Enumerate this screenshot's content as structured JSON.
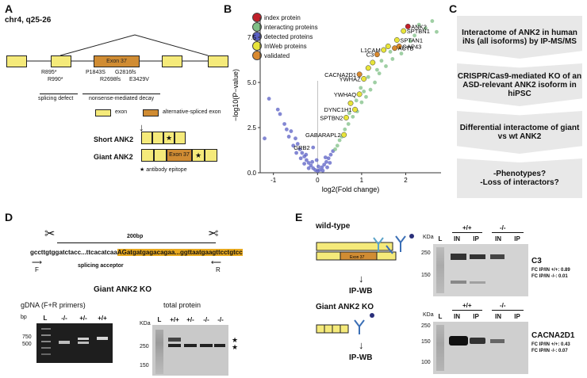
{
  "panelA": {
    "letter": "A",
    "locus": "chr4, q25-26",
    "exon37_label": "Exon 37",
    "mutations": [
      "R895*",
      "R990*",
      "P1843S",
      "R2698fs",
      "G2816fs",
      "E3429V"
    ],
    "splicing_defect": "splicing defect",
    "nmd": "nonsense-mediated decay",
    "legend_exon": "exon",
    "legend_alt": "alternative-spliced exon",
    "short_label": "Short ANK2",
    "giant_label": "Giant ANK2",
    "star": "★",
    "epitope": "★ antibody epitope"
  },
  "panelB": {
    "letter": "B",
    "legend": [
      "index protein",
      "interacting proteins",
      "detected proteins",
      "InWeb proteins",
      "validated"
    ],
    "legend_colors": [
      "#c0202a",
      "#7fbf86",
      "#5a5fc4",
      "#e8e43a",
      "#d9892e"
    ],
    "ylabel": "−log10(P−value)",
    "xlabel": "log2(Fold change)",
    "point_labels": [
      "ANK2",
      "SPTBN1",
      "SPTAN1",
      "GAP43",
      "L1CAM",
      "C3",
      "ACTB",
      "CACNA2D1",
      "YWHAZ",
      "YWHAQ",
      "DYNC1H1",
      "SPTBN2",
      "GABARAPL2",
      "GRB2"
    ]
  },
  "chart_data": {
    "type": "scatter",
    "xlabel": "log2(Fold change)",
    "ylabel": "−log10(P−value)",
    "xlim": [
      -1.3,
      2.8
    ],
    "ylim": [
      0,
      8.6
    ],
    "xticks": [
      -1,
      0,
      1,
      2
    ],
    "yticks": [
      0,
      2.5,
      5,
      7.5
    ],
    "series": [
      {
        "name": "index protein",
        "color": "#c0202a",
        "points": [
          {
            "x": 2.05,
            "y": 8.1,
            "label": "ANK2"
          }
        ]
      },
      {
        "name": "validated",
        "color": "#d9892e",
        "points": [
          {
            "x": 1.85,
            "y": 7.0,
            "label": "GAP43"
          },
          {
            "x": 1.35,
            "y": 6.55,
            "label": "C3"
          },
          {
            "x": 0.95,
            "y": 5.45,
            "label": "CACNA2D1"
          },
          {
            "x": 1.75,
            "y": 6.9,
            "label": "ACTB"
          }
        ]
      },
      {
        "name": "InWeb proteins",
        "color": "#e8e43a",
        "points": [
          {
            "x": 1.95,
            "y": 7.85,
            "label": "SPTBN1"
          },
          {
            "x": 1.8,
            "y": 7.35,
            "label": "SPTAN1"
          },
          {
            "x": 1.5,
            "y": 6.8,
            "label": "L1CAM"
          },
          {
            "x": 1.05,
            "y": 5.2,
            "label": "YWHAZ"
          },
          {
            "x": 0.95,
            "y": 4.35,
            "label": "YWHAQ"
          },
          {
            "x": 0.85,
            "y": 3.5,
            "label": "DYNC1H1"
          },
          {
            "x": 0.65,
            "y": 3.05,
            "label": "SPTBN2"
          },
          {
            "x": 0.6,
            "y": 2.1,
            "label": "GABARAPL2"
          },
          {
            "x": 1.15,
            "y": 5.8
          },
          {
            "x": 1.25,
            "y": 6.1
          },
          {
            "x": 1.6,
            "y": 7.0
          },
          {
            "x": 0.75,
            "y": 3.85
          }
        ]
      },
      {
        "name": "interacting proteins",
        "color": "#7fbf86",
        "points": [
          {
            "x": 2.6,
            "y": 8.4
          },
          {
            "x": 2.7,
            "y": 7.8
          },
          {
            "x": 2.3,
            "y": 8.2
          },
          {
            "x": 2.1,
            "y": 7.3
          },
          {
            "x": 1.9,
            "y": 6.6
          },
          {
            "x": 1.7,
            "y": 6.3
          },
          {
            "x": 1.55,
            "y": 5.9
          },
          {
            "x": 1.4,
            "y": 5.5
          },
          {
            "x": 1.3,
            "y": 5.0
          },
          {
            "x": 1.2,
            "y": 4.6
          },
          {
            "x": 1.1,
            "y": 4.2
          },
          {
            "x": 1.0,
            "y": 3.9
          },
          {
            "x": 0.9,
            "y": 3.4
          },
          {
            "x": 0.8,
            "y": 3.1
          },
          {
            "x": 0.7,
            "y": 2.7
          },
          {
            "x": 0.62,
            "y": 2.4
          },
          {
            "x": 0.55,
            "y": 2.0
          },
          {
            "x": 0.5,
            "y": 1.8
          },
          {
            "x": 0.45,
            "y": 1.5
          },
          {
            "x": 0.4,
            "y": 1.3
          },
          {
            "x": 1.45,
            "y": 6.2
          },
          {
            "x": 1.65,
            "y": 6.7
          },
          {
            "x": 2.2,
            "y": 7.6
          },
          {
            "x": 1.15,
            "y": 5.3
          },
          {
            "x": 0.98,
            "y": 4.7
          },
          {
            "x": 0.88,
            "y": 4.0
          },
          {
            "x": 0.72,
            "y": 3.3
          },
          {
            "x": 2.45,
            "y": 8.0
          },
          {
            "x": 1.35,
            "y": 5.7
          },
          {
            "x": 1.05,
            "y": 4.5
          }
        ]
      },
      {
        "name": "detected proteins",
        "color": "#5a5fc4",
        "points": [
          {
            "x": -1.1,
            "y": 4.1
          },
          {
            "x": -0.85,
            "y": 3.25
          },
          {
            "x": -0.9,
            "y": 3.5
          },
          {
            "x": -1.2,
            "y": 1.9
          },
          {
            "x": -0.75,
            "y": 2.7
          },
          {
            "x": -0.6,
            "y": 2.3
          },
          {
            "x": -0.5,
            "y": 1.9
          },
          {
            "x": -0.45,
            "y": 1.6
          },
          {
            "x": -0.4,
            "y": 1.3
          },
          {
            "x": -0.35,
            "y": 1.1
          },
          {
            "x": -0.3,
            "y": 0.9
          },
          {
            "x": -0.25,
            "y": 0.7
          },
          {
            "x": -0.2,
            "y": 0.55
          },
          {
            "x": -0.15,
            "y": 0.4
          },
          {
            "x": -0.1,
            "y": 0.25
          },
          {
            "x": -0.05,
            "y": 0.15
          },
          {
            "x": 0.0,
            "y": 0.1
          },
          {
            "x": 0.05,
            "y": 0.15
          },
          {
            "x": 0.1,
            "y": 0.3
          },
          {
            "x": 0.15,
            "y": 0.45
          },
          {
            "x": 0.2,
            "y": 0.6
          },
          {
            "x": 0.25,
            "y": 0.8
          },
          {
            "x": 0.3,
            "y": 1.0
          },
          {
            "x": 0.35,
            "y": 1.2
          },
          {
            "x": -0.1,
            "y": 1.4,
            "label": "GRB2"
          },
          {
            "x": -0.55,
            "y": 1.5
          },
          {
            "x": -0.65,
            "y": 2.0
          },
          {
            "x": -0.7,
            "y": 2.4
          },
          {
            "x": -0.3,
            "y": 0.5
          },
          {
            "x": -0.2,
            "y": 0.25
          },
          {
            "x": -0.12,
            "y": 0.6
          },
          {
            "x": 0.02,
            "y": 0.35
          },
          {
            "x": 0.12,
            "y": 0.12
          },
          {
            "x": 0.22,
            "y": 0.3
          },
          {
            "x": -0.38,
            "y": 0.8
          },
          {
            "x": -0.48,
            "y": 1.1
          },
          {
            "x": 0.28,
            "y": 0.55
          },
          {
            "x": 0.18,
            "y": 0.85
          },
          {
            "x": -0.02,
            "y": 0.7
          },
          {
            "x": -0.26,
            "y": 1.0
          }
        ]
      }
    ]
  },
  "panelC": {
    "letter": "C",
    "steps": [
      "Interactome of ANK2 in human iNs (all isoforms) by IP-MS/MS",
      "CRISPR/Cas9-mediated KO of an ASD-relevant ANK2 isoform in hiPSC",
      "Differential interactome of giant vs wt ANK2",
      "-Phenotypes?\n-Loss of interactors?"
    ]
  },
  "panelD": {
    "letter": "D",
    "bp200": "200bp",
    "seq_left": "gccttgtggatctacc...ttcacatcaa",
    "seq_exon": "AGatgatgagacagaa...ggttaatgaagttcctgtcc",
    "splicing_acceptor": "splicing acceptor",
    "primer_f": "F",
    "primer_r": "R",
    "title": "Giant ANK2 KO",
    "gdna_title": "gDNA (F+R primers)",
    "protein_title": "total protein",
    "bp": "bp",
    "kda": "KDa",
    "bp750": "750",
    "bp500": "500",
    "kda250": "250",
    "kda150": "150",
    "gdna_lanes": [
      "L",
      "-/-",
      "+/-",
      "+/+"
    ],
    "protein_lanes": [
      "L",
      "+/+",
      "+/-",
      "-/-",
      "-/-"
    ],
    "stars": [
      "★",
      "★"
    ]
  },
  "panelE": {
    "letter": "E",
    "wildtype": "wild-type",
    "ko": "Giant ANK2 KO",
    "ipwb": "IP-WB",
    "exon37": "Exon 37",
    "kda": "KDa",
    "pp": "+/+",
    "mm": "-/-",
    "lanes": [
      "L",
      "IN",
      "IP",
      "IN",
      "IP"
    ],
    "c3": {
      "name": "C3",
      "ticks": [
        "250",
        "150"
      ],
      "fc1": "FC IP/IN +/+: 0.89",
      "fc2": "FC IP/IN -/-: 0.01"
    },
    "cacna": {
      "name": "CACNA2D1",
      "ticks": [
        "250",
        "150",
        "100"
      ],
      "fc1": "FC IP/IN +/+: 0.43",
      "fc2": "FC IP/IN -/-: 0.07"
    }
  }
}
